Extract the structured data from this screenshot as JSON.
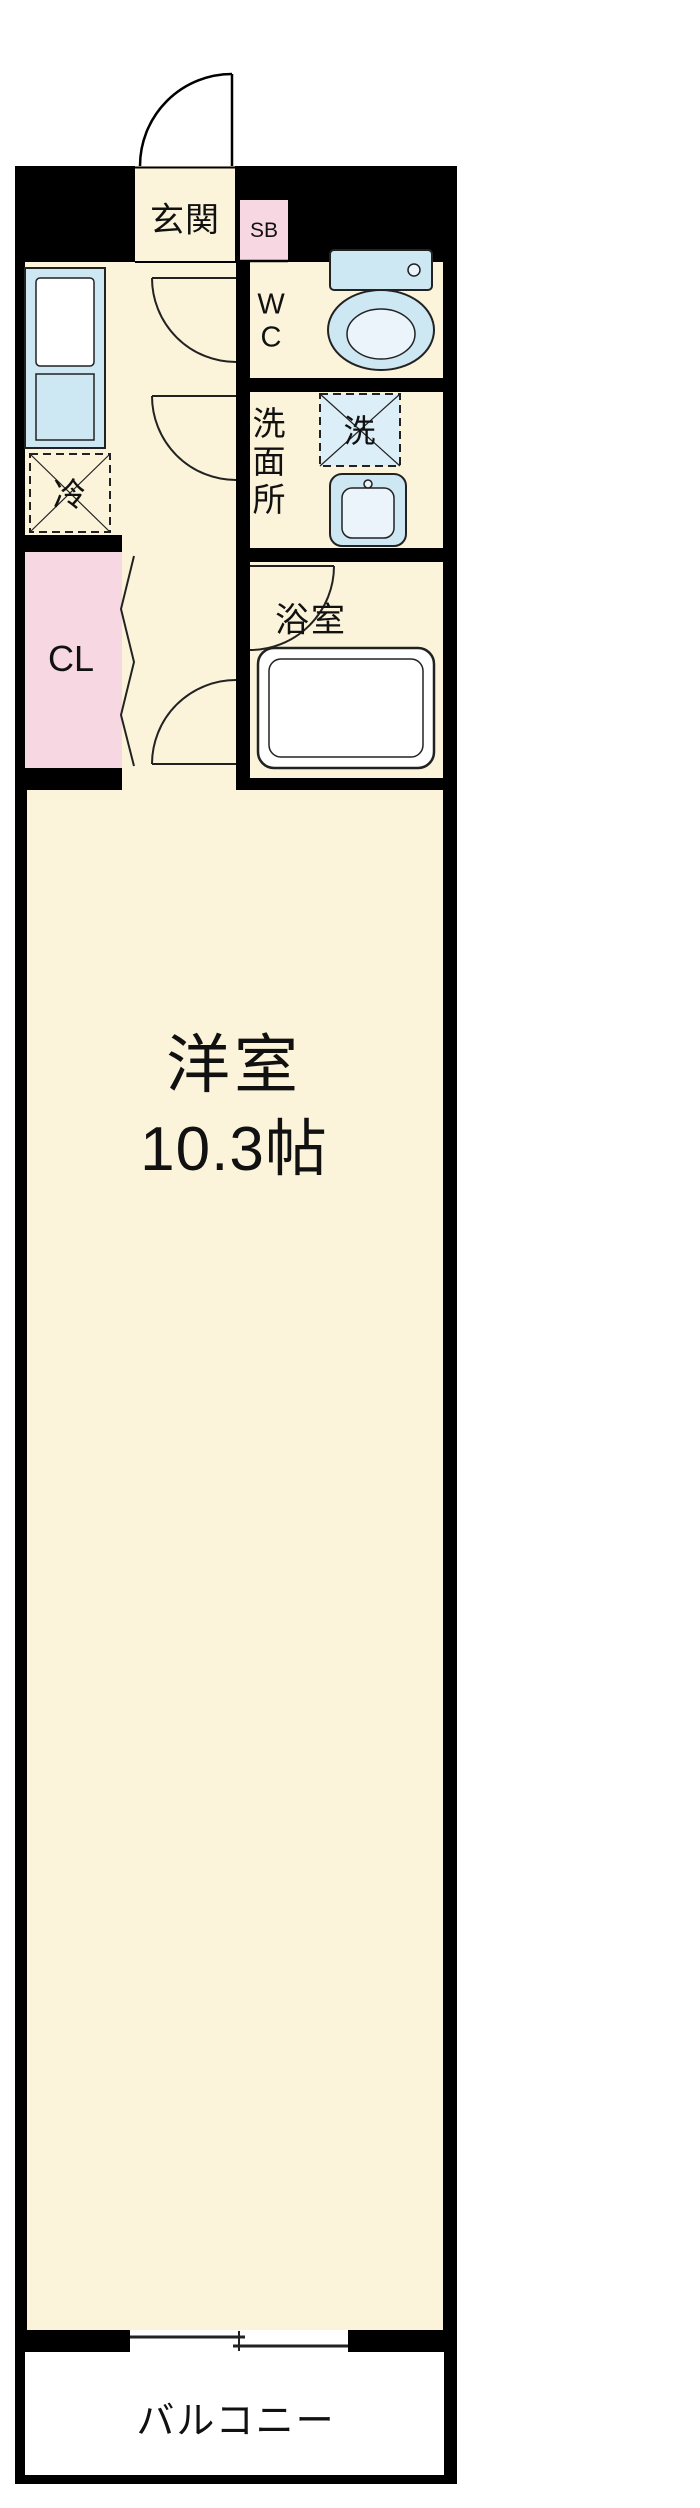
{
  "rooms": {
    "genkan": {
      "label": "玄関"
    },
    "shoe_box": {
      "label": "SB"
    },
    "wc": {
      "label": "WC",
      "label_chars": [
        "W",
        "C"
      ]
    },
    "washroom": {
      "label": "洗面所",
      "label_chars": [
        "洗",
        "面",
        "所"
      ]
    },
    "bathroom": {
      "label": "浴室"
    },
    "closet": {
      "label": "CL"
    },
    "main_room": {
      "label": "洋室",
      "size_label": "10.3帖"
    },
    "balcony": {
      "label": "バルコニー"
    }
  },
  "fixtures": {
    "refrigerator": {
      "label": "冷"
    },
    "washer": {
      "label": "洗"
    }
  },
  "colors": {
    "wall_black": "#000000",
    "floor_cream": "#FBF4DA",
    "accent_pink": "#F7D7E2",
    "fixture_blue": "#CDE7F3",
    "fixture_blue_light": "#DCEEF7",
    "fixture_inner": "#EAF4FA"
  }
}
